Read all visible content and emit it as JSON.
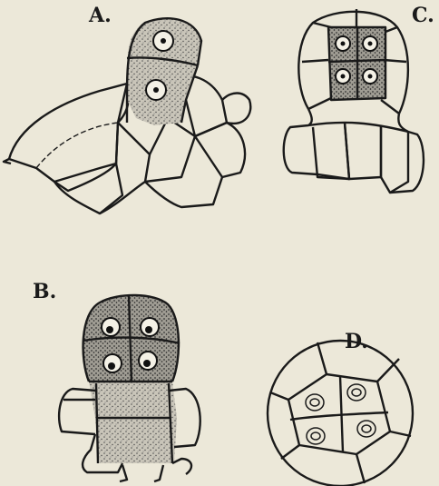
{
  "labels": {
    "a": "A.",
    "b": "B.",
    "c": "C.",
    "d": "D."
  }
}
